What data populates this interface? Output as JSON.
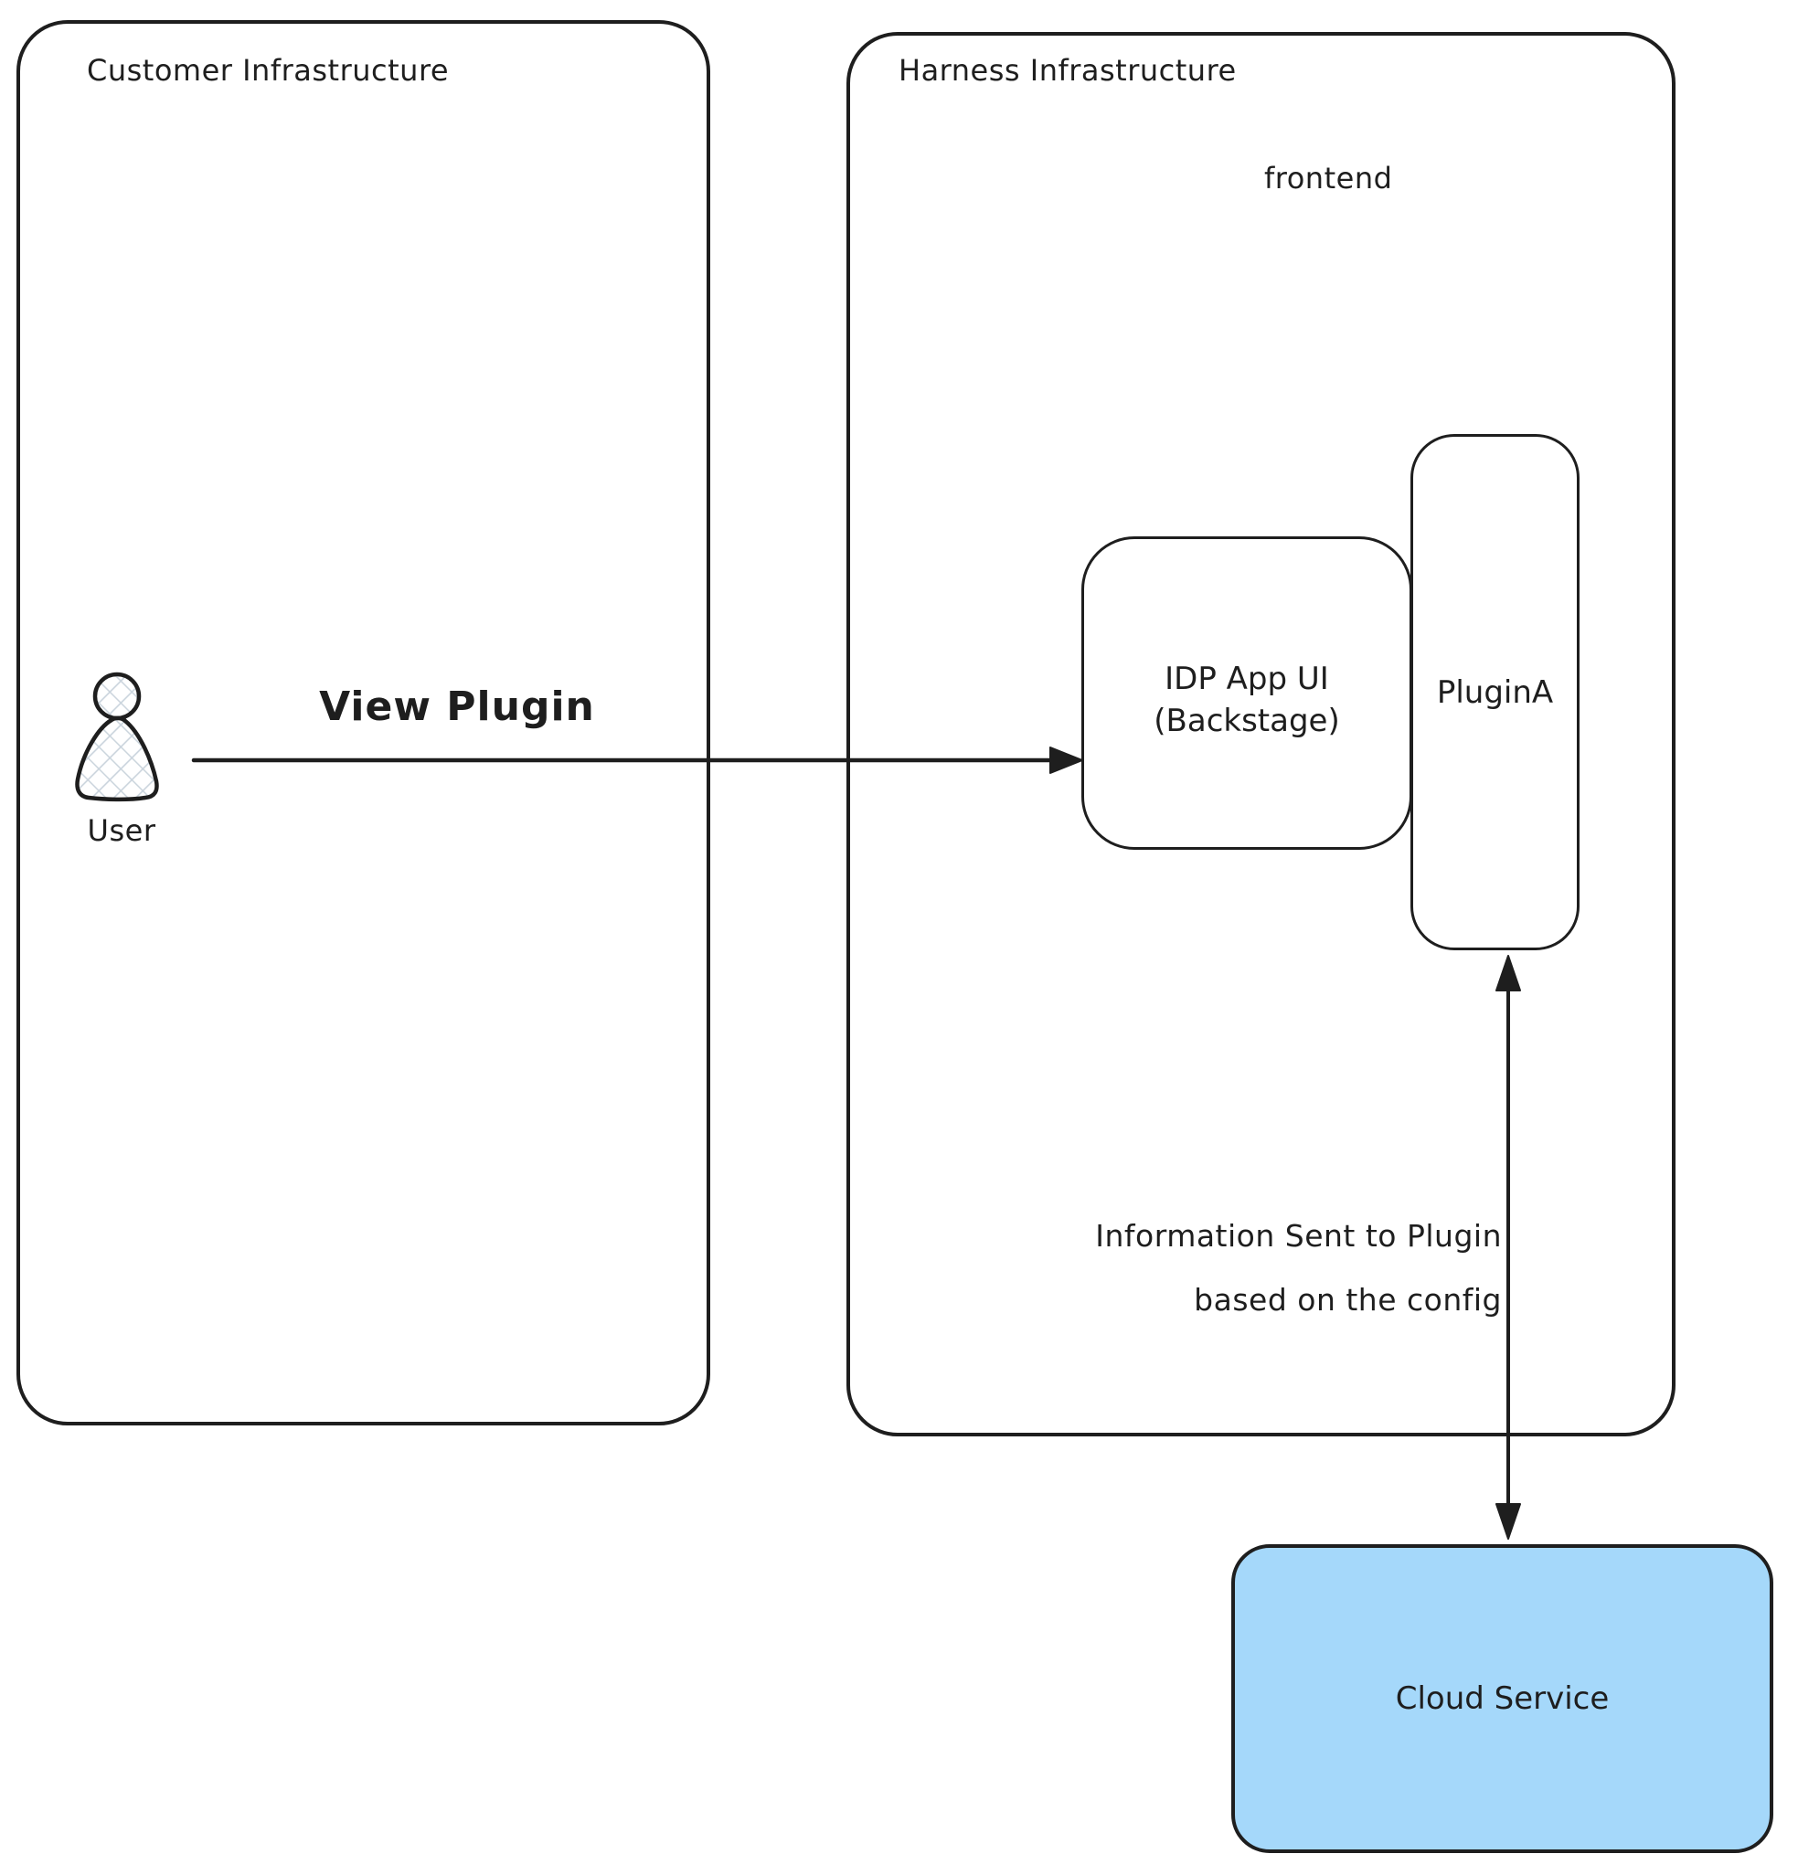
{
  "canvas": {
    "background": "#ffffff",
    "stroke_color": "#1e1e1e",
    "accent_blue": "#a5d8fa",
    "hatch_color": "#c9d3dc"
  },
  "containers": {
    "customer": {
      "label": "Customer Infrastructure"
    },
    "harness": {
      "label": "Harness Infrastructure",
      "sublabel": "frontend"
    }
  },
  "nodes": {
    "user": {
      "label": "User"
    },
    "idp_app": {
      "line1": "IDP App UI",
      "line2": "(Backstage)"
    },
    "plugin_a": {
      "label": "PluginA"
    },
    "cloud_service": {
      "label": "Cloud Service",
      "fill": "#a5d8fa"
    }
  },
  "edges": {
    "view_plugin": {
      "label": "View Plugin",
      "from": "User",
      "to": "IDP App UI (Backstage)",
      "direction": "right"
    },
    "info_to_plugin": {
      "line1": "Information Sent to Plugin",
      "line2": "based on the config",
      "from": "Cloud Service",
      "to": "PluginA",
      "direction": "both"
    }
  }
}
